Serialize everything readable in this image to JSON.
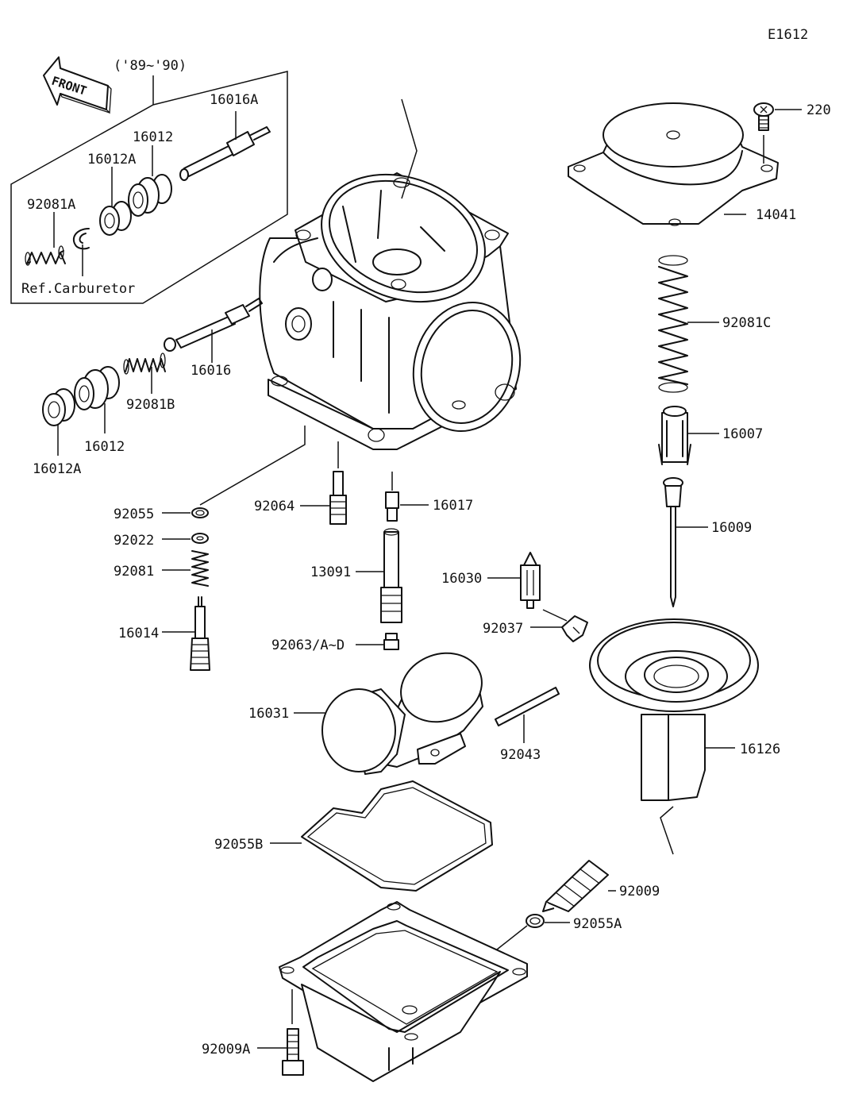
{
  "diagram_code": "E1612",
  "front_label": "FRONT",
  "inset": {
    "years": "('89~'90)",
    "ref_note": "Ref.Carburetor"
  },
  "callouts": {
    "c16016A": "16016A",
    "c16012_inset": "16012",
    "c16012A_inset": "16012A",
    "c92081A": "92081A",
    "c16016": "16016",
    "c92081B": "92081B",
    "c16012": "16012",
    "c16012A": "16012A",
    "c220": "220",
    "c14041": "14041",
    "c92081C": "92081C",
    "c16007": "16007",
    "c16009": "16009",
    "c92055": "92055",
    "c92022": "92022",
    "c92081": "92081",
    "c16014": "16014",
    "c92064": "92064",
    "c16017": "16017",
    "c13091": "13091",
    "c92063": "92063/A~D",
    "c16030": "16030",
    "c92037": "92037",
    "c16031": "16031",
    "c92043": "92043",
    "c16126": "16126",
    "c92055B": "92055B",
    "c92009": "92009",
    "c92055A": "92055A",
    "c92009A": "92009A"
  }
}
